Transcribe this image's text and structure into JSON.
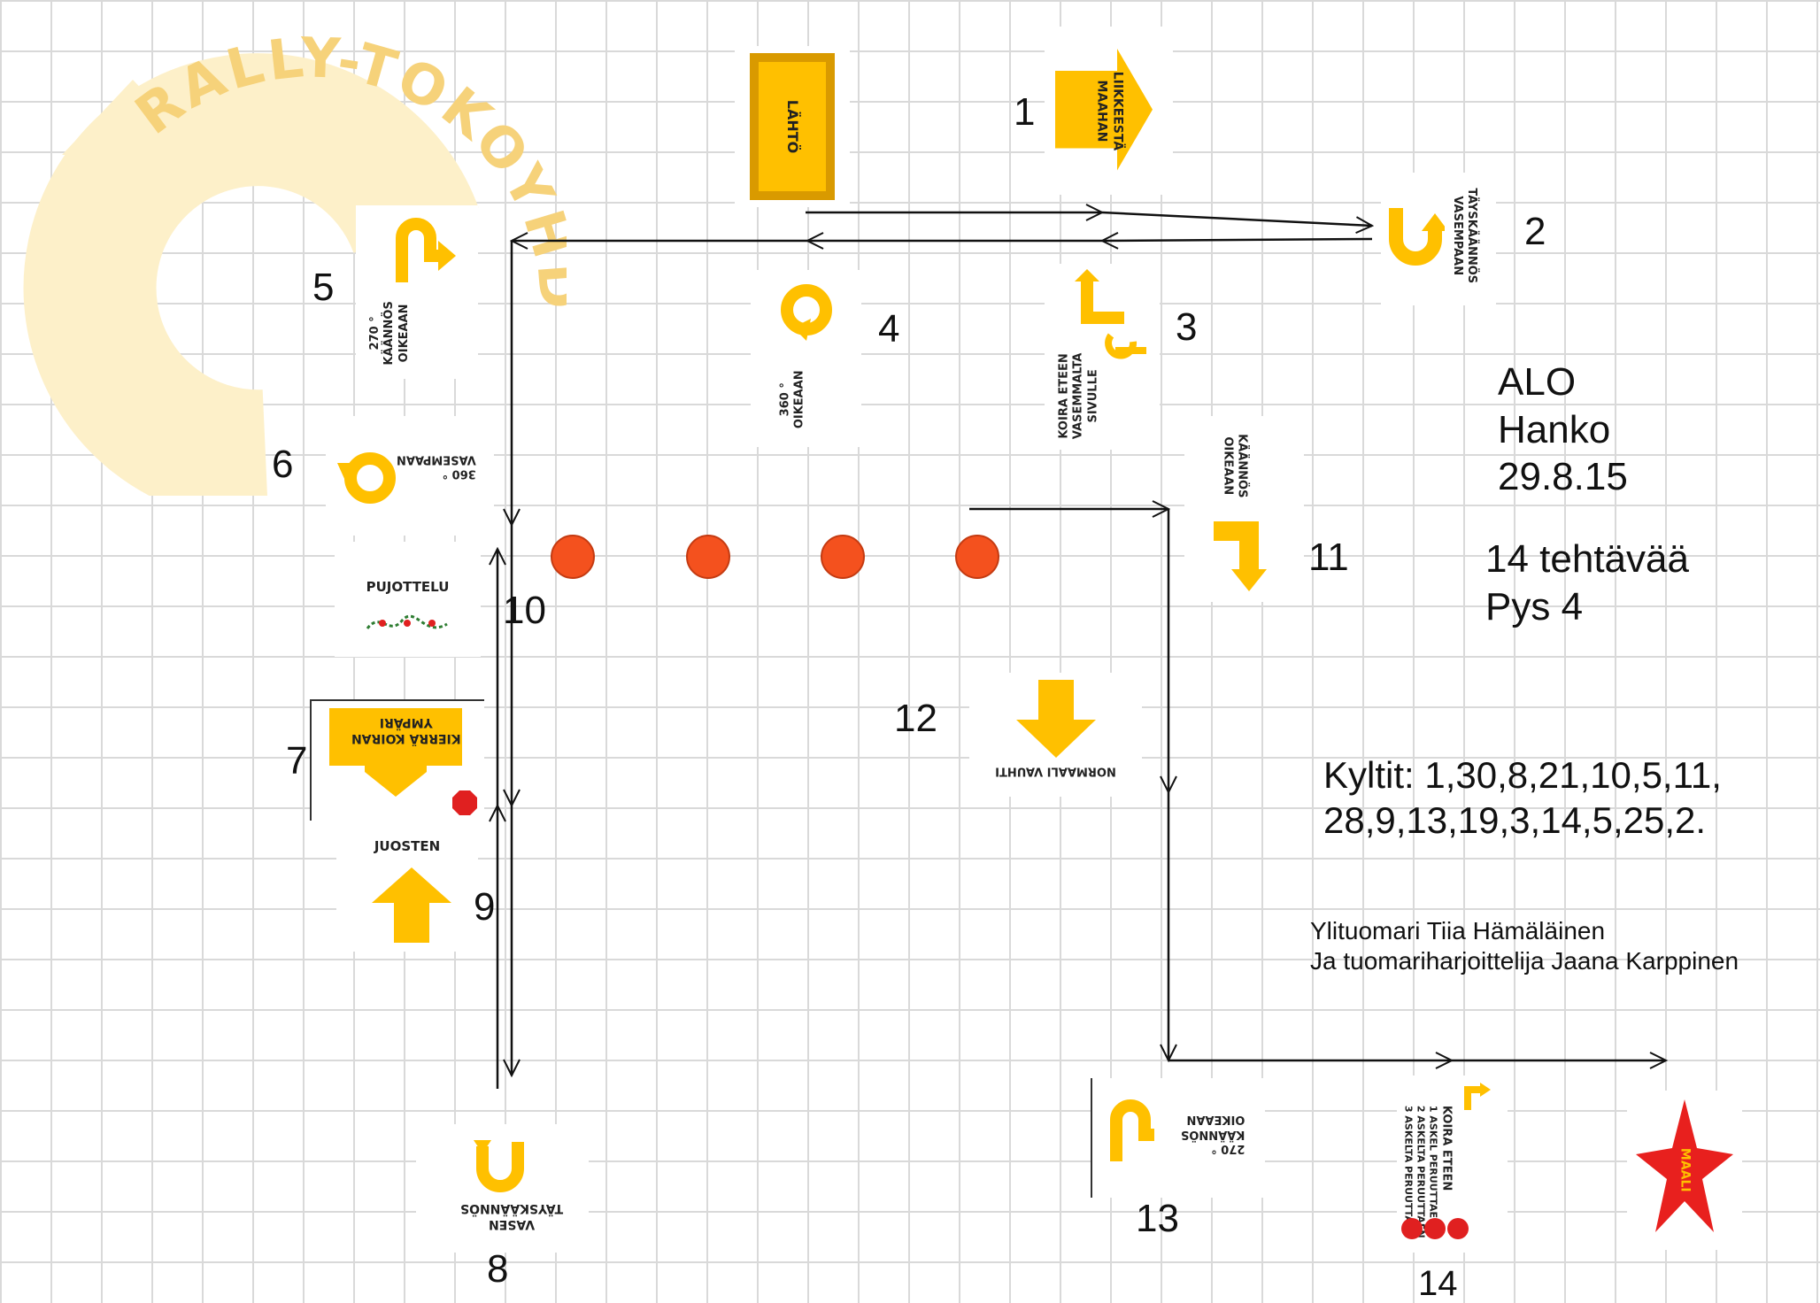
{
  "watermark": {
    "text": "RALLY-TOKOYHDISTYS"
  },
  "colors": {
    "sign": "#ffc000",
    "sign_dark": "#d99a00",
    "cone": "#f4511e",
    "star": "#e8201e",
    "stop": "#e02020"
  },
  "signs": {
    "start": "LÄHTÖ",
    "s1": [
      "LIIKKEESTÄ",
      "MAAHAN"
    ],
    "s2": [
      "TÄYSKÄÄNNÖS",
      "VASEMPAAN"
    ],
    "s3": [
      "KOIRA ETEEN",
      "VASEMMALTA",
      "SIVULLE"
    ],
    "s4": [
      "360 °",
      "OIKEAAN"
    ],
    "s5": [
      "270 °",
      "KÄÄNNÖS",
      "OIKEAAN"
    ],
    "s6": [
      "360 °",
      "VASEMPAAN"
    ],
    "s7": [
      "KIERRÄ KOIRAN",
      "YMPÄRI"
    ],
    "s8": [
      "VASEN",
      "TÄYSKÄÄNNÖS"
    ],
    "s9": "JUOSTEN",
    "s10": "PUJOTTELU",
    "s11": [
      "KÄÄNNÖS",
      "OIKEAAN"
    ],
    "s12": "NORMAALI VAUHTI",
    "s13": [
      "270 °",
      "KÄÄNNÖS",
      "OIKEAAN"
    ],
    "s14": [
      "KOIRA ETEEN",
      "1 ASKEL PERUUTTAEN",
      "2 ASKELTA PERUUTTAEN",
      "3 ASKELTA PERUUTTAEN"
    ],
    "finish": "MAALI"
  },
  "numbers": [
    "1",
    "2",
    "3",
    "4",
    "5",
    "6",
    "7",
    "8",
    "9",
    "10",
    "11",
    "12",
    "13",
    "14"
  ],
  "info": {
    "title_lines": [
      "ALO",
      "Hanko",
      "29.8.15"
    ],
    "tasks_lines": [
      "14 tehtävää",
      "Pys 4"
    ],
    "signs_lines": [
      "Kyltit: 1,30,8,21,10,5,11,",
      "28,9,13,19,3,14,5,25,2."
    ],
    "judge_lines": [
      "Ylituomari Tiia Hämäläinen",
      "Ja tuomariharjoittelija Jaana Karppinen"
    ]
  }
}
